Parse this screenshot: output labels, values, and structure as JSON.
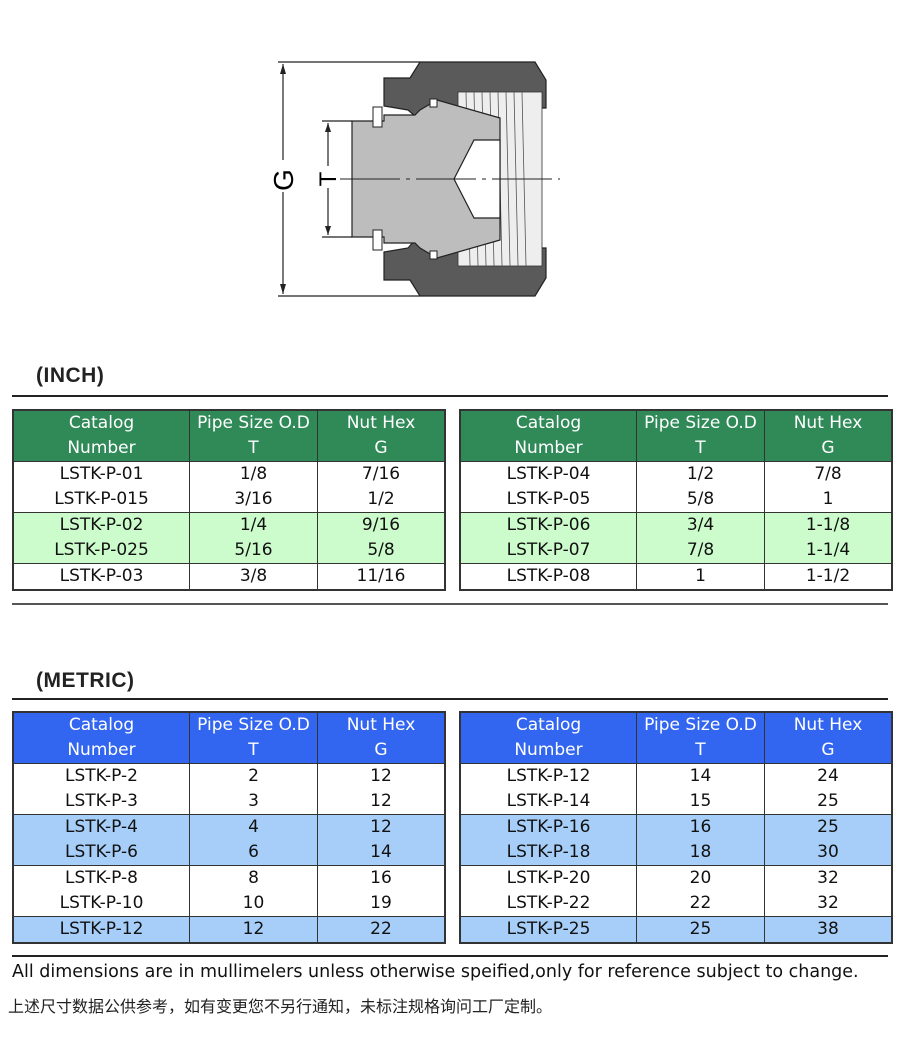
{
  "drawing": {
    "label_g": "G",
    "label_t": "T"
  },
  "sections": [
    {
      "title": "(INCH)",
      "header_color": "#2f8a58",
      "shade_color": "#ccfccc",
      "headers": [
        [
          "Catalog",
          "Number"
        ],
        [
          "Pipe Size O.D",
          "T"
        ],
        [
          "Nut Hex",
          "G"
        ]
      ],
      "tables": [
        {
          "groups": [
            {
              "shaded": false,
              "rows": [
                [
                  "LSTK-P-01",
                  "1/8",
                  "7/16"
                ],
                [
                  "LSTK-P-015",
                  "3/16",
                  "1/2"
                ]
              ]
            },
            {
              "shaded": true,
              "rows": [
                [
                  "LSTK-P-02",
                  "1/4",
                  "9/16"
                ],
                [
                  "LSTK-P-025",
                  "5/16",
                  "5/8"
                ]
              ]
            },
            {
              "shaded": false,
              "rows": [
                [
                  "LSTK-P-03",
                  "3/8",
                  "11/16"
                ]
              ]
            }
          ]
        },
        {
          "groups": [
            {
              "shaded": false,
              "rows": [
                [
                  "LSTK-P-04",
                  "1/2",
                  "7/8"
                ],
                [
                  "LSTK-P-05",
                  "5/8",
                  "1"
                ]
              ]
            },
            {
              "shaded": true,
              "rows": [
                [
                  "LSTK-P-06",
                  "3/4",
                  "1-1/8"
                ],
                [
                  "LSTK-P-07",
                  "7/8",
                  "1-1/4"
                ]
              ]
            },
            {
              "shaded": false,
              "rows": [
                [
                  "LSTK-P-08",
                  "1",
                  "1-1/2"
                ]
              ]
            }
          ]
        }
      ]
    },
    {
      "title": "(METRIC)",
      "header_color": "#3366f0",
      "shade_color": "#a6cef8",
      "headers": [
        [
          "Catalog",
          "Number"
        ],
        [
          "Pipe Size O.D",
          "T"
        ],
        [
          "Nut Hex",
          "G"
        ]
      ],
      "tables": [
        {
          "groups": [
            {
              "shaded": false,
              "rows": [
                [
                  "LSTK-P-2",
                  "2",
                  "12"
                ],
                [
                  "LSTK-P-3",
                  "3",
                  "12"
                ]
              ]
            },
            {
              "shaded": true,
              "rows": [
                [
                  "LSTK-P-4",
                  "4",
                  "12"
                ],
                [
                  "LSTK-P-6",
                  "6",
                  "14"
                ]
              ]
            },
            {
              "shaded": false,
              "rows": [
                [
                  "LSTK-P-8",
                  "8",
                  "16"
                ],
                [
                  "LSTK-P-10",
                  "10",
                  "19"
                ]
              ]
            },
            {
              "shaded": true,
              "rows": [
                [
                  "LSTK-P-12",
                  "12",
                  "22"
                ]
              ]
            }
          ]
        },
        {
          "groups": [
            {
              "shaded": false,
              "rows": [
                [
                  "LSTK-P-12",
                  "14",
                  "24"
                ],
                [
                  "LSTK-P-14",
                  "15",
                  "25"
                ]
              ]
            },
            {
              "shaded": true,
              "rows": [
                [
                  "LSTK-P-16",
                  "16",
                  "25"
                ],
                [
                  "LSTK-P-18",
                  "18",
                  "30"
                ]
              ]
            },
            {
              "shaded": false,
              "rows": [
                [
                  "LSTK-P-20",
                  "20",
                  "32"
                ],
                [
                  "LSTK-P-22",
                  "22",
                  "32"
                ]
              ]
            },
            {
              "shaded": true,
              "rows": [
                [
                  "LSTK-P-25",
                  "25",
                  "38"
                ]
              ]
            }
          ]
        }
      ]
    }
  ],
  "footer": {
    "note_en": "All dimensions are in mullimelers unless otherwise speified,only for reference subject to change.",
    "note_cn": "上述尺寸数据公供参考，如有变更您不另行通知，未标注规格询问工厂定制。"
  }
}
